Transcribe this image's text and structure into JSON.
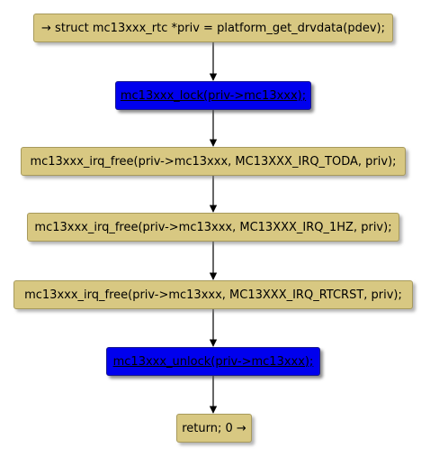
{
  "nodes": [
    {
      "id": "n1",
      "kind": "stmt",
      "label": "→ struct mc13xxx_rtc *priv = platform_get_drvdata(pdev);"
    },
    {
      "id": "n2",
      "kind": "call",
      "label": "mc13xxx_lock(priv->mc13xxx);"
    },
    {
      "id": "n3",
      "kind": "stmt",
      "label": "mc13xxx_irq_free(priv->mc13xxx, MC13XXX_IRQ_TODA, priv);"
    },
    {
      "id": "n4",
      "kind": "stmt",
      "label": "mc13xxx_irq_free(priv->mc13xxx, MC13XXX_IRQ_1HZ, priv);"
    },
    {
      "id": "n5",
      "kind": "stmt",
      "label": "mc13xxx_irq_free(priv->mc13xxx, MC13XXX_IRQ_RTCRST, priv);"
    },
    {
      "id": "n6",
      "kind": "call",
      "label": "mc13xxx_unlock(priv->mc13xxx);"
    },
    {
      "id": "n7",
      "kind": "stmt",
      "label": "return; 0 →"
    }
  ],
  "edges": [
    [
      "n1",
      "n2"
    ],
    [
      "n2",
      "n3"
    ],
    [
      "n3",
      "n4"
    ],
    [
      "n4",
      "n5"
    ],
    [
      "n5",
      "n6"
    ],
    [
      "n6",
      "n7"
    ]
  ]
}
